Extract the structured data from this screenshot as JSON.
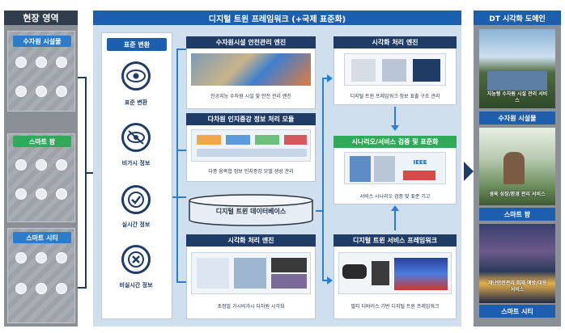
{
  "field": {
    "title": "현장 영역",
    "sections": [
      {
        "label": "수자원 시설물"
      },
      {
        "label": "스마트 팜"
      },
      {
        "label": "스마트 시티"
      }
    ]
  },
  "framework": {
    "title": "디지털 트윈 프레임워크 (+국제 표준화)",
    "standard": {
      "head": "표준 변환",
      "items": [
        "표준 변환",
        "비가시 정보",
        "실시간 정보",
        "비실시간 정보"
      ]
    },
    "water_engine": {
      "head": "수자원시설 안전관리 엔진",
      "caption": "인공지능 수자원 시설 및 안전 관리 엔진"
    },
    "multi": {
      "head": "다차원 인지증강 정보 처리 모듈",
      "caption": "다종 융복합 정보 인지증강 모델 생성 관리"
    },
    "db": "디지털 트윈 데이터베이스",
    "vis_engine_bottom": {
      "head": "시각화 처리 엔진",
      "caption": "초정밀 가시비가시 다차원 시각화"
    },
    "vis_engine_top": {
      "head": "시각화 처리 엔진",
      "caption": "디지털 트윈 프레임워크 정보 표출 구조 관리"
    },
    "scenario": {
      "head": "시나리오/서비스 검증 및 표준화",
      "caption": "서비스 시나리오 검증 및 표준 기고",
      "logo": "IEEE"
    },
    "service": {
      "head": "디지털 트윈 서비스 프레임워크",
      "caption": "멀티 디바이스 기반 디지털 트윈 프레임워크"
    }
  },
  "dt": {
    "title": "DT 시각화 도메인",
    "items": [
      {
        "caption": "지능형 수자원 시설 관리 서비스",
        "label": "수자원 시설물"
      },
      {
        "caption": "생육 성장/환경 관리 서비스",
        "label": "스마트 팜"
      },
      {
        "caption": "재난안전관리 회재 예방/대응 서비스",
        "label": "스마트 시티"
      }
    ]
  },
  "colors": {
    "primary": "#1c5fae",
    "dark": "#1f3c66",
    "green": "#2faa5a",
    "frame": "#cfdfee",
    "gray": "#8b9097"
  }
}
